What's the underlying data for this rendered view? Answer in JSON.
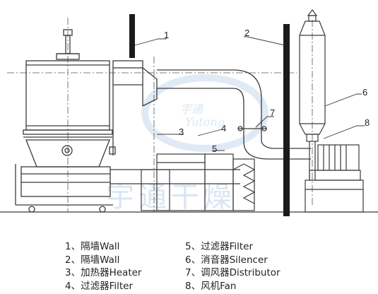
{
  "callouts": {
    "c1": "1",
    "c2": "2",
    "c3": "3",
    "c4": "4",
    "c5": "5",
    "c6": "6",
    "c7": "7",
    "c8": "8"
  },
  "watermark": {
    "main": "宇通干燥",
    "small": "宇通",
    "small2": "Yutong"
  },
  "legend": {
    "left": [
      "1、隔墙Wall",
      "2、隔墙Wall",
      "3、加热器Heater",
      "4、过滤器Filter"
    ],
    "right": [
      "5、过滤器Filter",
      "6、消音器Silencer",
      "7、调风器Distributor",
      "8、风机Fan"
    ]
  },
  "colors": {
    "line": "#3a3a3a",
    "wall": "#1b1b1b",
    "watermark": "#d9e6f2"
  }
}
